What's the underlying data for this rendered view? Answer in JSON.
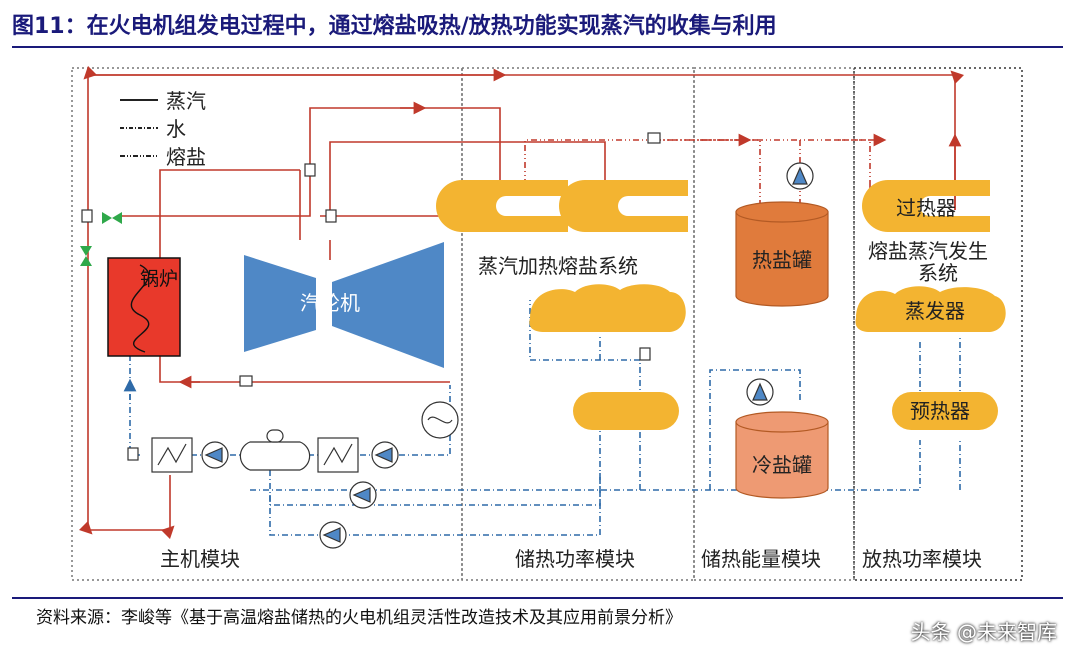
{
  "title": "图11：在火电机组发电过程中，通过熔盐吸热/放热功能实现蒸汽的收集与利用",
  "legend": {
    "steam": "蒸汽",
    "water": "水",
    "salt": "熔盐"
  },
  "components": {
    "boiler": "锅炉",
    "turbine": "汽轮机",
    "steam_heating": "蒸汽加热熔盐系统",
    "hot_tank": "热盐罐",
    "cold_tank": "冷盐罐",
    "superheater": "过热器",
    "steam_gen_line1": "熔盐蒸汽发生",
    "steam_gen_line2": "系统",
    "evaporator": "蒸发器",
    "preheater": "预热器"
  },
  "modules": {
    "main": "主机模块",
    "storage_power": "储热功率模块",
    "storage_energy": "储热能量模块",
    "release_power": "放热功率模块"
  },
  "source": "资料来源：李峻等《基于高温熔盐储热的火电机组灵活性改造技术及其应用前景分析》",
  "watermark": "头条 @未来智库",
  "colors": {
    "steam": "#c0392b",
    "water": "#2e6aa8",
    "salt": "#c0392b",
    "salt_exchanger": "#f3b431",
    "tank": "#e07b3c",
    "boiler": "#e8392b",
    "turbine": "#4f88c6",
    "title": "#1a1a7a"
  }
}
